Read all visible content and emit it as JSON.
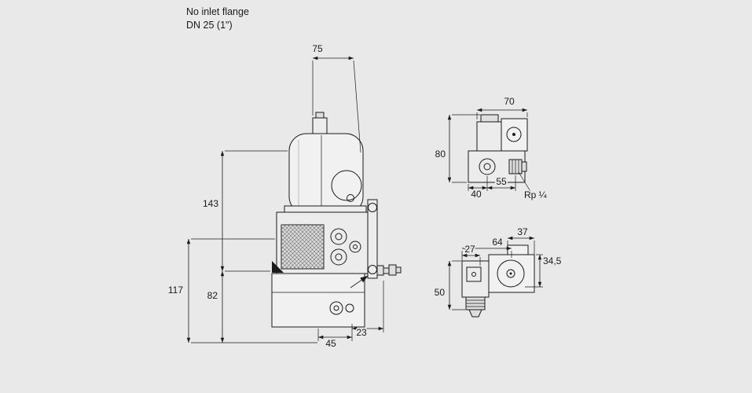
{
  "header": {
    "line1": "No inlet flange",
    "line2": "DN 25 (1\")"
  },
  "main_view": {
    "dims": {
      "top_width": "75",
      "actuator_height": "143",
      "body_height": "117",
      "lower_height": "82",
      "bottom_width": "45",
      "tap_offset": "23"
    }
  },
  "side_view": {
    "dims": {
      "width": "70",
      "height": "80",
      "coil_offset": "40",
      "thread_offset": "55"
    },
    "thread_label": "Rp ¼"
  },
  "top_view": {
    "dims": {
      "connector_width": "37",
      "flange_width": "27",
      "body_width": "64",
      "height": "34,5",
      "depth": "50"
    }
  }
}
